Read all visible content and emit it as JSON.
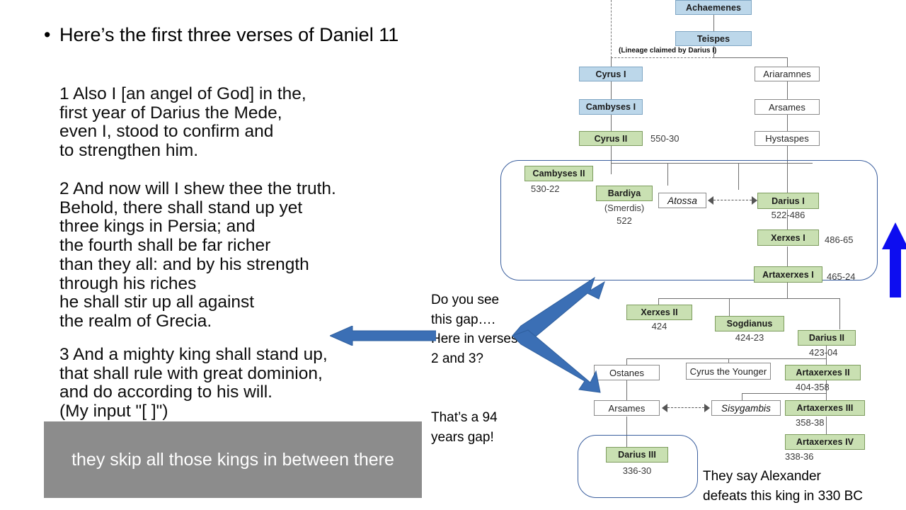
{
  "slide": {
    "bullet": "Here’s the first three verses of Daniel 11",
    "bullet_marker": "•",
    "verse_1": "1 Also I [an angel of God] in the,\nfirst year of Darius the Mede,\neven I, stood to confirm and\nto strengthen him.",
    "verse_2": "2 And now will I shew thee the truth.\nBehold, there shall stand up yet\nthree kings in Persia; and\nthe fourth shall be far richer\nthan they all: and by his strength\nthrough his riches\nhe shall stir up all against\nthe realm of Grecia.",
    "verse_3": "3 And a mighty king shall stand up,\nthat shall rule with great dominion,\nand do according to his will.\n(My input \"[ ]\")"
  },
  "caption": {
    "text": "they skip all those kings in between there",
    "background": "#8c8c8c",
    "text_color": "#ffffff"
  },
  "annotations": {
    "gap_question": "Do you see\nthis gap….\nHere in verses\n2 and 3?",
    "gap_years": "That’s a 94\nyears gap!",
    "alexander": "They say Alexander\ndefeats this king in 330 BC"
  },
  "tree": {
    "lineage_note": "(Lineage claimed by Darius I)",
    "nodes": [
      {
        "id": "achaemenes",
        "label": "Achaemenes",
        "style": "blue",
        "year": ""
      },
      {
        "id": "teispes",
        "label": "Teispes",
        "style": "blue",
        "year": ""
      },
      {
        "id": "cyrus-i",
        "label": "Cyrus I",
        "style": "blue",
        "year": ""
      },
      {
        "id": "cambyses-i",
        "label": "Cambyses I",
        "style": "blue",
        "year": ""
      },
      {
        "id": "cyrus-ii",
        "label": "Cyrus II",
        "style": "green",
        "year": "550-30"
      },
      {
        "id": "ariaramnes",
        "label": "Ariaramnes",
        "style": "plain",
        "year": ""
      },
      {
        "id": "arsames-1",
        "label": "Arsames",
        "style": "plain",
        "year": ""
      },
      {
        "id": "hystaspes",
        "label": "Hystaspes",
        "style": "plain",
        "year": ""
      },
      {
        "id": "cambyses-ii",
        "label": "Cambyses II",
        "style": "green",
        "year": "530-22"
      },
      {
        "id": "bardiya",
        "label": "Bardiya",
        "style": "green",
        "year": "522",
        "sub": "(Smerdis)"
      },
      {
        "id": "atossa",
        "label": "Atossa",
        "style": "italic",
        "year": ""
      },
      {
        "id": "darius-i",
        "label": "Darius I",
        "style": "green",
        "year": "522-486"
      },
      {
        "id": "xerxes-i",
        "label": "Xerxes I",
        "style": "green",
        "year": "486-65"
      },
      {
        "id": "artaxerxes-i",
        "label": "Artaxerxes I",
        "style": "green",
        "year": "465-24"
      },
      {
        "id": "xerxes-ii",
        "label": "Xerxes II",
        "style": "green",
        "year": "424"
      },
      {
        "id": "sogdianus",
        "label": "Sogdianus",
        "style": "green",
        "year": "424-23"
      },
      {
        "id": "darius-ii",
        "label": "Darius II",
        "style": "green",
        "year": "423-04"
      },
      {
        "id": "ostanes",
        "label": "Ostanes",
        "style": "plain",
        "year": ""
      },
      {
        "id": "cyrus-younger",
        "label": "Cyrus the Younger",
        "style": "plain",
        "year": ""
      },
      {
        "id": "artaxerxes-ii",
        "label": "Artaxerxes II",
        "style": "green",
        "year": "404-358"
      },
      {
        "id": "arsames-2",
        "label": "Arsames",
        "style": "plain",
        "year": ""
      },
      {
        "id": "sisygambis",
        "label": "Sisygambis",
        "style": "italic",
        "year": ""
      },
      {
        "id": "artaxerxes-iii",
        "label": "Artaxerxes III",
        "style": "green",
        "year": "358-38"
      },
      {
        "id": "artaxerxes-iv",
        "label": "Artaxerxes IV",
        "style": "green",
        "year": "338-36"
      },
      {
        "id": "darius-iii",
        "label": "Darius III",
        "style": "green",
        "year": "336-30"
      }
    ]
  },
  "colors": {
    "royal_blue_box": "#bcd7ea",
    "green_box": "#c9e0b2",
    "highlight_outline": "#3b5f9e",
    "arrow_blue": "#3b6fb5",
    "cursor_blue": "#0d0df0"
  }
}
